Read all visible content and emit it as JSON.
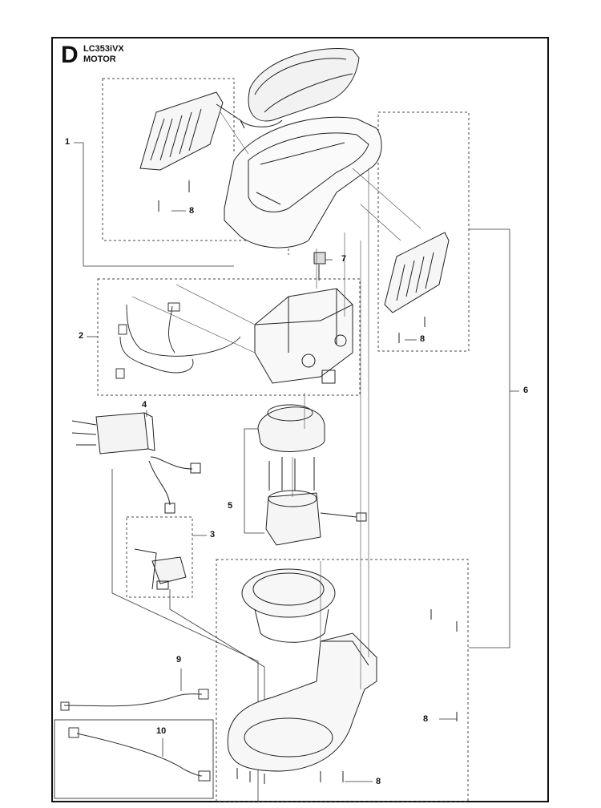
{
  "header": {
    "section_letter": "D",
    "model": "LC353iVX",
    "subtitle": "MOTOR"
  },
  "callouts": {
    "c1": "1",
    "c2": "2",
    "c3": "3",
    "c4": "4",
    "c5": "5",
    "c6": "6",
    "c7": "7",
    "c8a": "8",
    "c8b": "8",
    "c8c": "8",
    "c8d": "8",
    "c9": "9",
    "c10": "10"
  }
}
